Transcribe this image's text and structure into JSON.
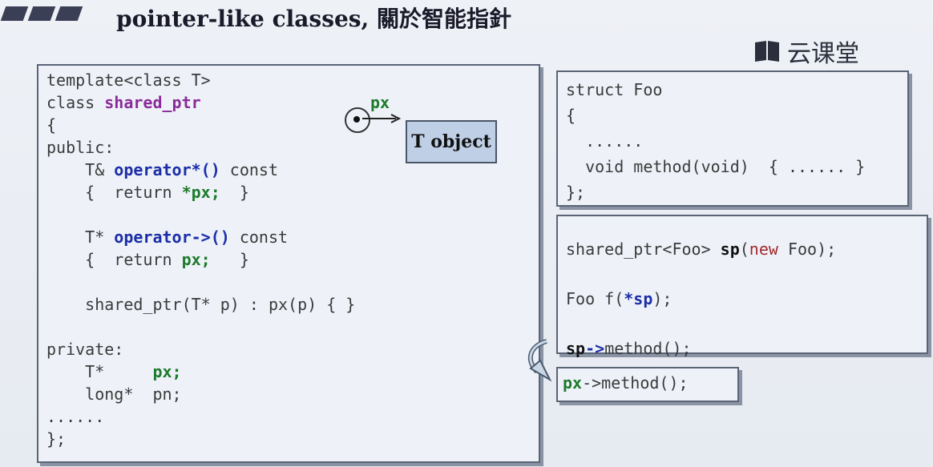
{
  "header": {
    "title": "pointer-like classes, 關於智能指針",
    "logo_text": "云课堂"
  },
  "left_code": {
    "l1": "template<class T>",
    "l2a": "class ",
    "l2b": "shared_ptr",
    "l3": "{",
    "l4": "public:",
    "l5a": "    T& ",
    "l5b": "operator*()",
    "l5c": " const",
    "l6a": "    {  return ",
    "l6b": "*px;",
    "l6c": "  }",
    "l7a": "    T* ",
    "l7b": "operator->()",
    "l7c": " const",
    "l8a": "    {  return ",
    "l8b": "px;",
    "l8c": "   }",
    "l9": "    shared_ptr(T* p) : px(p) { }",
    "l10": "private:",
    "l11a": "    T*     ",
    "l11b": "px;",
    "l12": "    long*  pn;",
    "l13": "......",
    "l14": "};"
  },
  "diagram": {
    "px_label": "px",
    "t_object": "T object"
  },
  "foo_code": {
    "l1": "struct Foo",
    "l2": "{",
    "l3": "  ......",
    "l4": "  void method(void)  { ...... }",
    "l5": "};"
  },
  "sp_code": {
    "l1a": "shared_ptr<Foo> ",
    "l1b": "sp",
    "l1c": "(",
    "l1d": "new",
    "l1e": " Foo);",
    "l2a": "Foo f(",
    "l2b": "*sp",
    "l2c": ");",
    "l3a": "sp",
    "l3b": "->",
    "l3c": "method();"
  },
  "px_code": {
    "a": "px",
    "b": "->method();"
  }
}
